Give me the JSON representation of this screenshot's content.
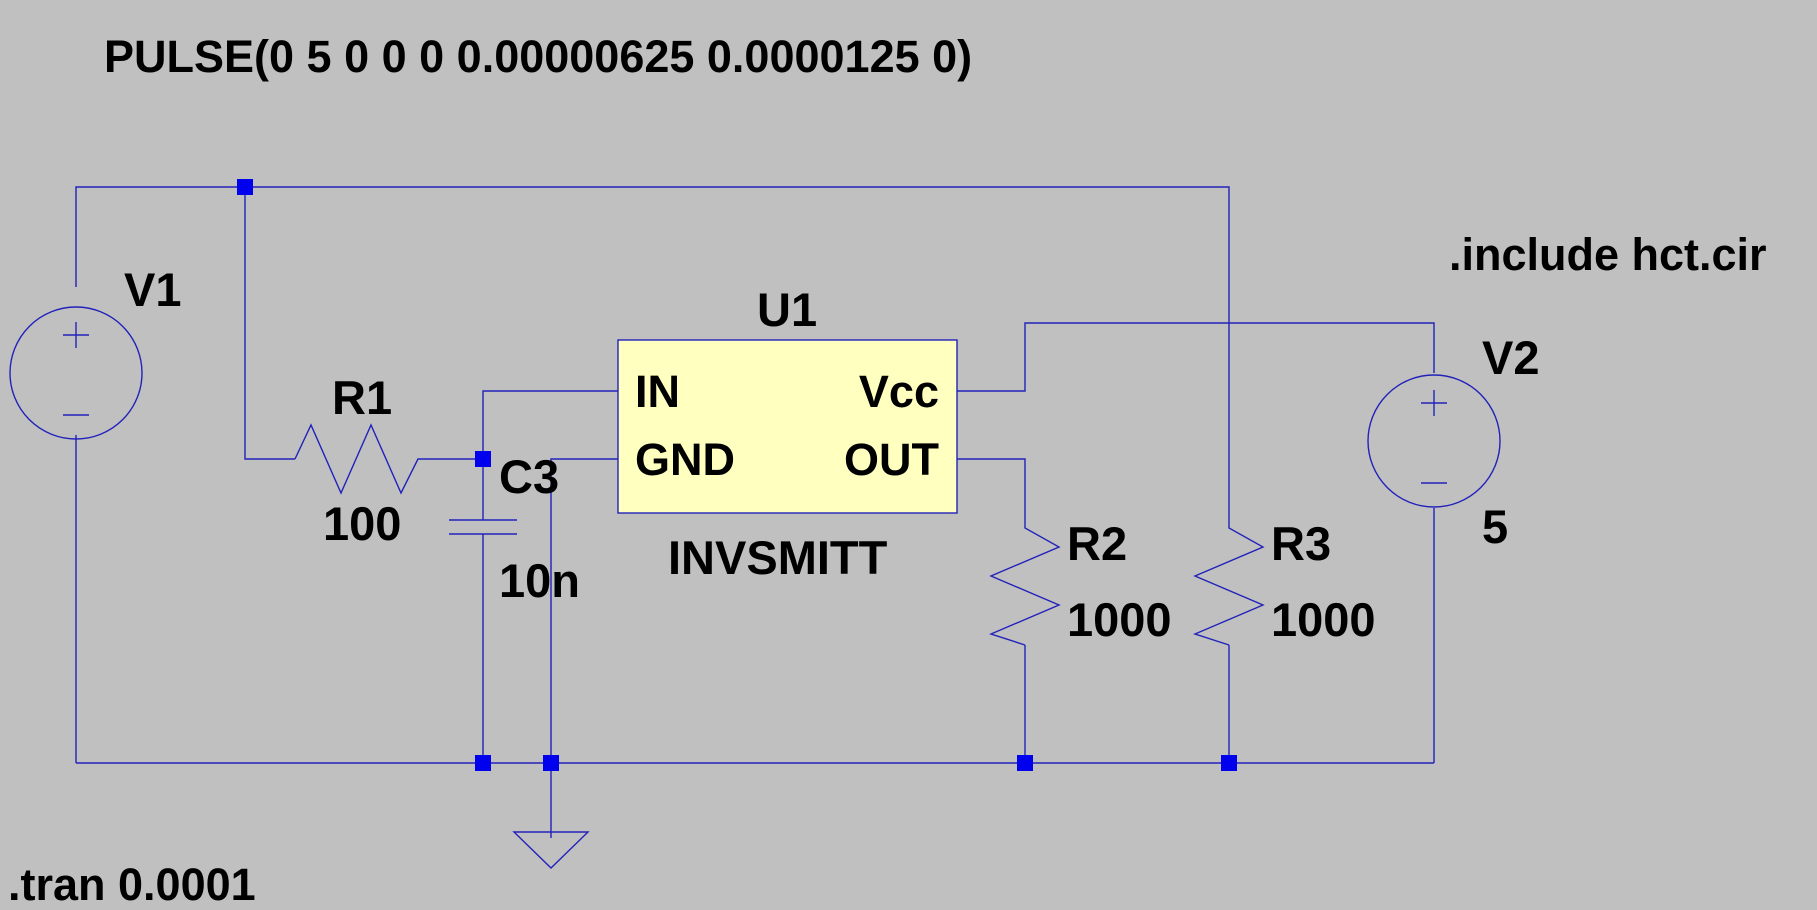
{
  "colors": {
    "background": "#c0c0c0",
    "wire": "#2222bb",
    "junction": "#0000ee",
    "ic_fill": "#ffffc0",
    "text": "#000000"
  },
  "directives": {
    "pulse": "PULSE(0 5 0 0 0 0.00000625 0.0000125 0)",
    "include": ".include hct.cir",
    "tran": ".tran 0.0001"
  },
  "components": {
    "v1": {
      "name": "V1"
    },
    "v2": {
      "name": "V2",
      "value": "5"
    },
    "r1": {
      "name": "R1",
      "value": "100"
    },
    "c3": {
      "name": "C3",
      "value": "10n"
    },
    "r2": {
      "name": "R2",
      "value": "1000"
    },
    "r3": {
      "name": "R3",
      "value": "1000"
    },
    "u1": {
      "name": "U1",
      "model": "INVSMITT",
      "pins": {
        "in": "IN",
        "gnd": "GND",
        "vcc": "Vcc",
        "out": "OUT"
      }
    }
  }
}
